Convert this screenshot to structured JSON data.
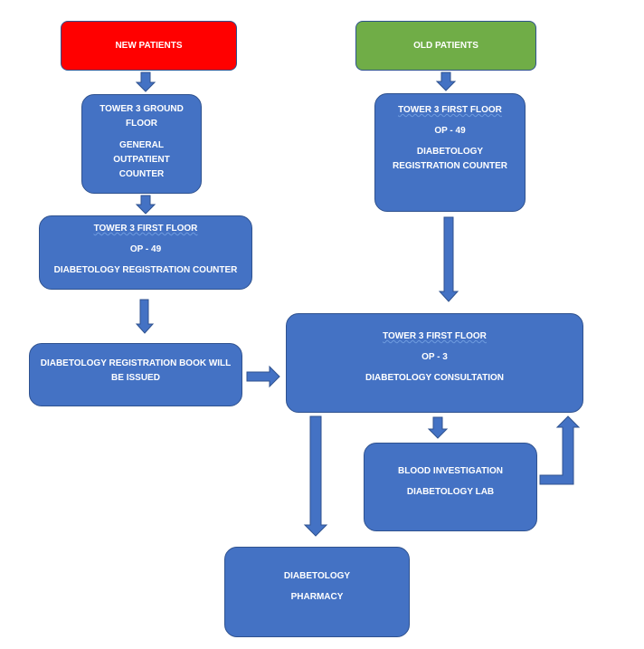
{
  "new_patients": {
    "label": "NEW PATIENTS",
    "color": "#ff0000"
  },
  "old_patients": {
    "label": "OLD PATIENTS",
    "color": "#70ad47"
  },
  "ground_floor": {
    "line1": "TOWER 3 GROUND",
    "line2": "FLOOR",
    "line3": "GENERAL",
    "line4": "OUTPATIENT",
    "line5": "COUNTER"
  },
  "first_floor_new": {
    "title": "TOWER 3 FIRST FLOOR",
    "op": "OP - 49",
    "counter": "DIABETOLOGY REGISTRATION COUNTER"
  },
  "first_floor_old": {
    "title": "TOWER 3 FIRST FLOOR",
    "op": "OP - 49",
    "counter_line1": "DIABETOLOGY",
    "counter_line2": "REGISTRATION COUNTER"
  },
  "registration_book": {
    "line1": "DIABETOLOGY REGISTRATION BOOK WILL",
    "line2": "BE ISSUED"
  },
  "consultation": {
    "title": "TOWER 3 FIRST FLOOR",
    "op": "OP - 3",
    "name": "DIABETOLOGY CONSULTATION"
  },
  "blood_investigation": {
    "line1": "BLOOD INVESTIGATION",
    "line2": "DIABETOLOGY LAB"
  },
  "pharmacy": {
    "line1": "DIABETOLOGY",
    "line2": "PHARMACY"
  },
  "colors": {
    "box_fill": "#4472c4",
    "box_border": "#2f528f"
  }
}
